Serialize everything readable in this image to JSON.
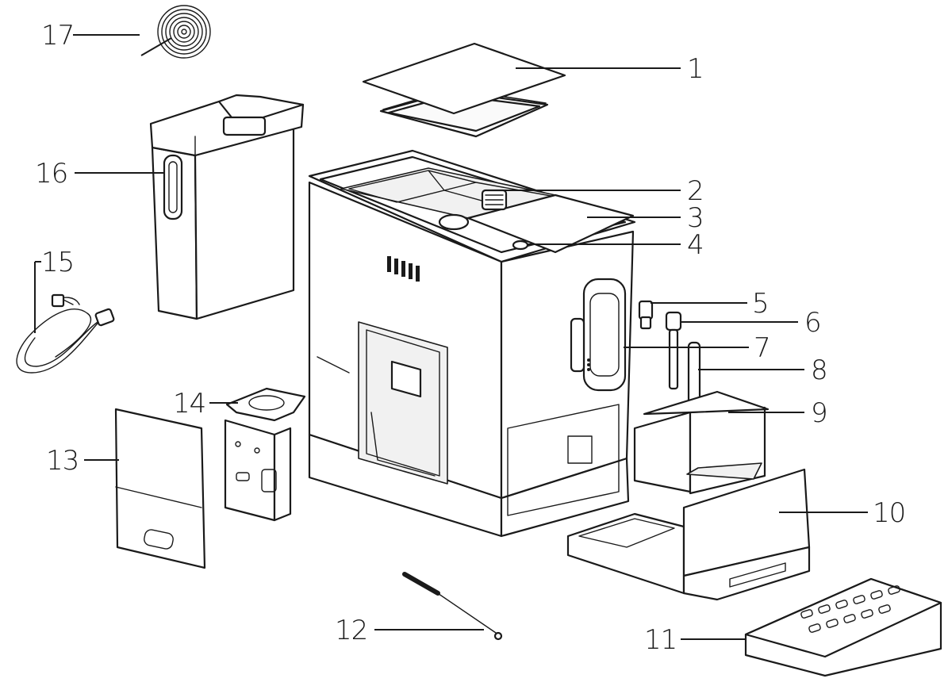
{
  "parts": [
    {
      "id": "1",
      "label": "1"
    },
    {
      "id": "2",
      "label": "2"
    },
    {
      "id": "3",
      "label": "3"
    },
    {
      "id": "4",
      "label": "4"
    },
    {
      "id": "5",
      "label": "5"
    },
    {
      "id": "6",
      "label": "6"
    },
    {
      "id": "7",
      "label": "7"
    },
    {
      "id": "8",
      "label": "8"
    },
    {
      "id": "9",
      "label": "9"
    },
    {
      "id": "10",
      "label": "10"
    },
    {
      "id": "11",
      "label": "11"
    },
    {
      "id": "12",
      "label": "12"
    },
    {
      "id": "13",
      "label": "13"
    },
    {
      "id": "14",
      "label": "14"
    },
    {
      "id": "15",
      "label": "15"
    },
    {
      "id": "16",
      "label": "16"
    },
    {
      "id": "17",
      "label": "17"
    }
  ],
  "colors": {
    "line": "#1a1a1a",
    "background": "#ffffff"
  }
}
